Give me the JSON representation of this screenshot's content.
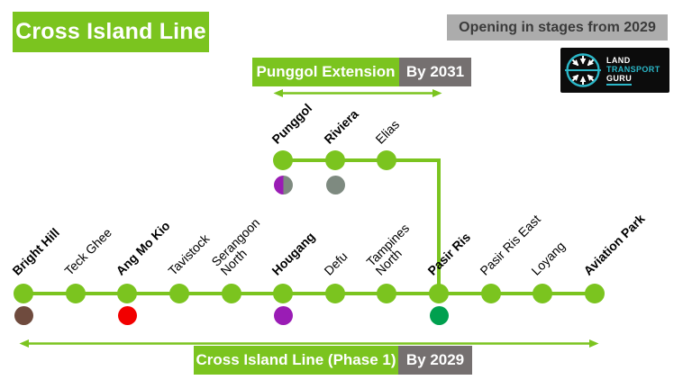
{
  "title": "Cross Island Line",
  "opening_note": "Opening in stages from 2029",
  "extension": {
    "label": "Punggol Extension",
    "date": "By 2031"
  },
  "phase1": {
    "label": "Cross Island Line (Phase 1)",
    "date": "By 2029"
  },
  "logo": {
    "lines": [
      "LAND",
      "TRANSPORT",
      "GURU"
    ]
  },
  "colors": {
    "line_green": "#7bc41f",
    "grey_light": "#acacac",
    "grey_dark": "#757070",
    "tel": "#6f4b3e",
    "nsl": "#f20000",
    "nel": "#9a1cb5",
    "ewl": "#00a04f",
    "lrt": "#7e8a80",
    "logo_teal": "#2bb7c8"
  },
  "map": {
    "branch_stations": [
      {
        "name_lines": [
          "Punggol"
        ],
        "bold": true,
        "dot": "nel_lrt"
      },
      {
        "name_lines": [
          "Riviera"
        ],
        "bold": true,
        "dot": "lrt"
      },
      {
        "name_lines": [
          "Elias"
        ],
        "bold": false,
        "dot": null
      }
    ],
    "main_stations": [
      {
        "name_lines": [
          "Bright Hill"
        ],
        "bold": true,
        "dot": "tel"
      },
      {
        "name_lines": [
          "Teck Ghee"
        ],
        "bold": false,
        "dot": null
      },
      {
        "name_lines": [
          "Ang Mo Kio"
        ],
        "bold": true,
        "dot": "nsl"
      },
      {
        "name_lines": [
          "Tavistock"
        ],
        "bold": false,
        "dot": null
      },
      {
        "name_lines": [
          "Serangoon",
          "North"
        ],
        "bold": false,
        "dot": null
      },
      {
        "name_lines": [
          "Hougang"
        ],
        "bold": true,
        "dot": "nel"
      },
      {
        "name_lines": [
          "Defu"
        ],
        "bold": false,
        "dot": null
      },
      {
        "name_lines": [
          "Tampines",
          "North"
        ],
        "bold": false,
        "dot": null
      },
      {
        "name_lines": [
          "Pasir Ris"
        ],
        "bold": true,
        "dot": "ewl"
      },
      {
        "name_lines": [
          "Pasir Ris East"
        ],
        "bold": false,
        "dot": null
      },
      {
        "name_lines": [
          "Loyang"
        ],
        "bold": false,
        "dot": null
      },
      {
        "name_lines": [
          "Aviation Park"
        ],
        "bold": true,
        "dot": null
      }
    ]
  }
}
